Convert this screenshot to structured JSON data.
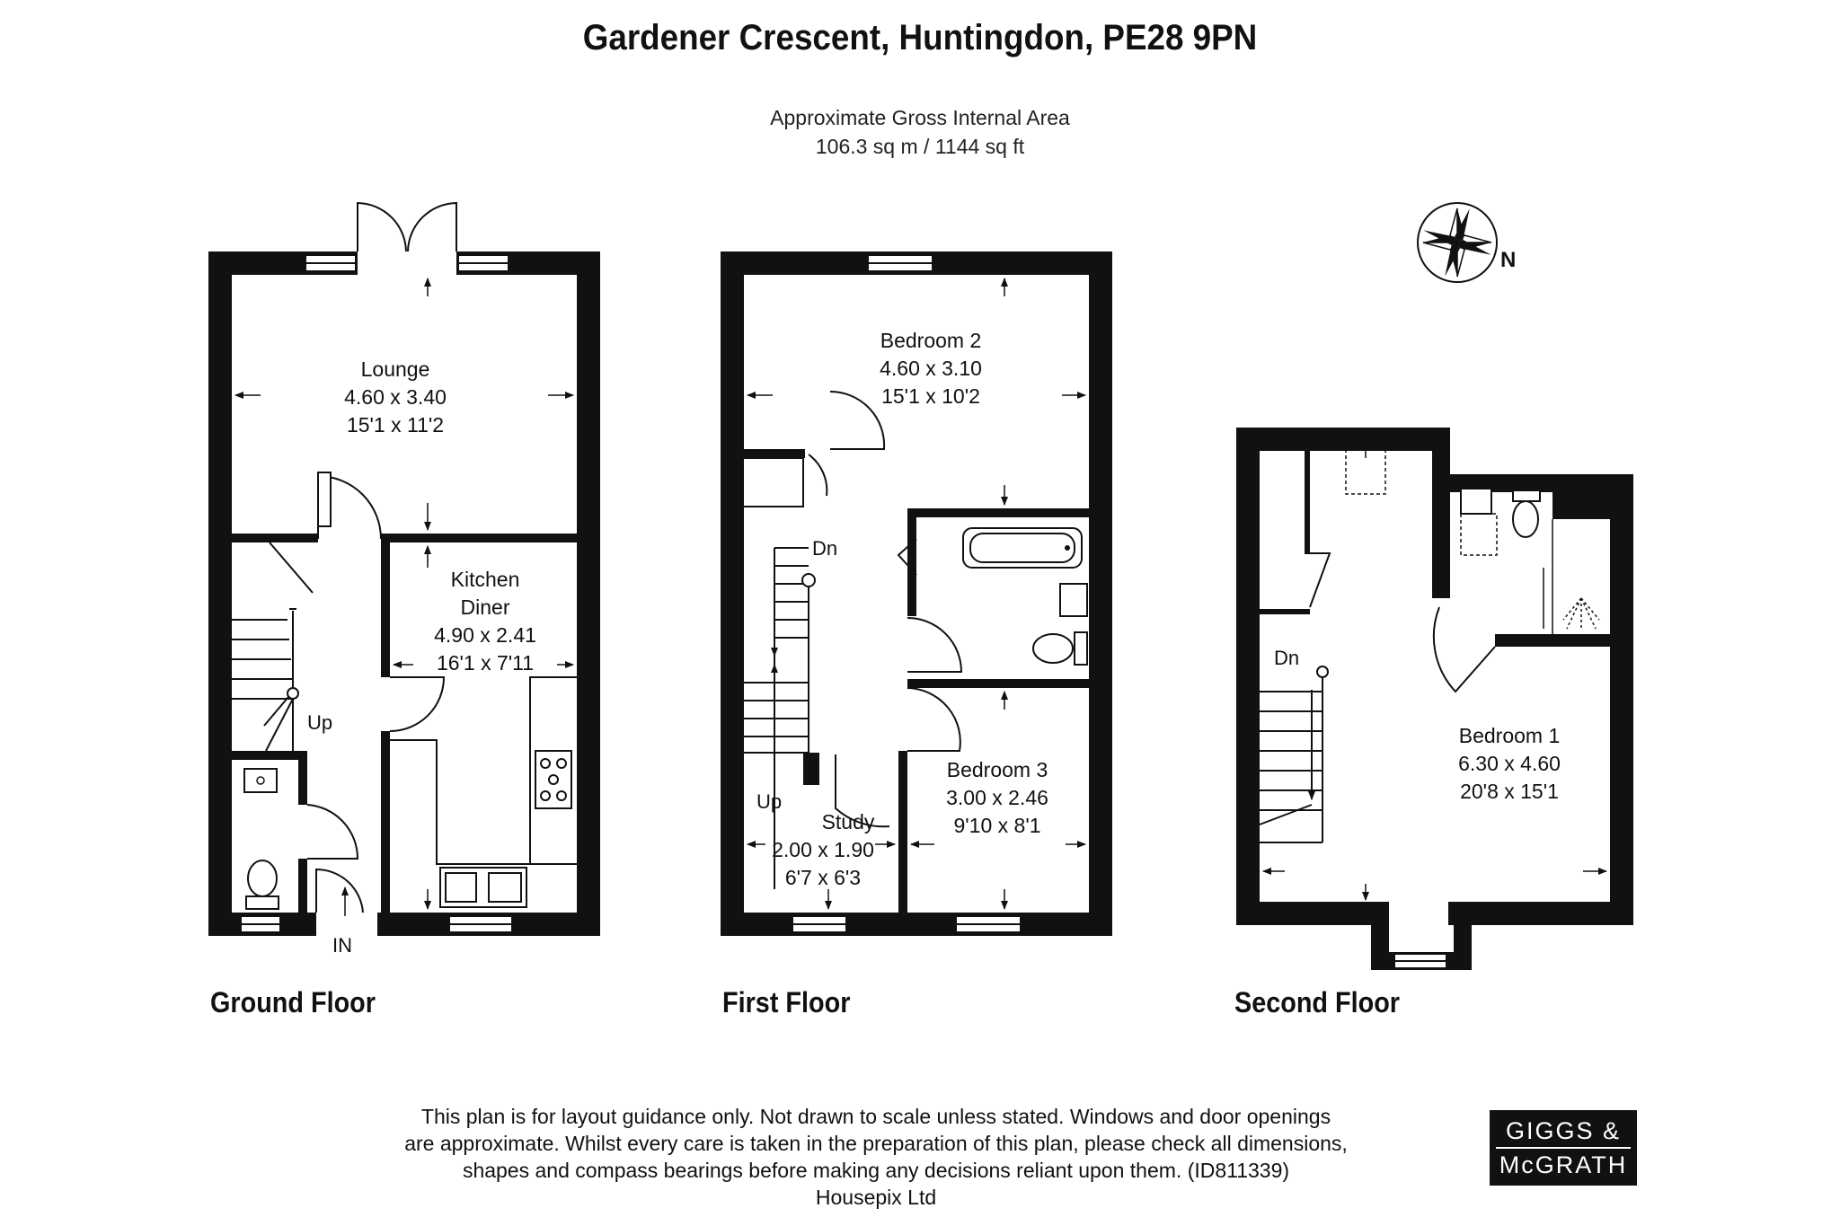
{
  "header": {
    "title": "Gardener Crescent, Huntingdon, PE28 9PN",
    "area_label": "Approximate Gross Internal Area",
    "area_value": "106.3 sq m / 1144 sq ft"
  },
  "compass": {
    "label": "N"
  },
  "floors": {
    "ground": {
      "label": "Ground Floor",
      "lounge": {
        "name": "Lounge",
        "metric": "4.60 x 3.40",
        "imperial": "15'1 x 11'2"
      },
      "kitchen": {
        "name1": "Kitchen",
        "name2": "Diner",
        "metric": "4.90 x 2.41",
        "imperial": "16'1 x 7'11"
      },
      "stairs_label": "Up",
      "entrance_label": "IN"
    },
    "first": {
      "label": "First Floor",
      "bedroom2": {
        "name": "Bedroom 2",
        "metric": "4.60 x 3.10",
        "imperial": "15'1 x 10'2"
      },
      "bedroom3": {
        "name": "Bedroom 3",
        "metric": "3.00 x 2.46",
        "imperial": "9'10 x 8'1"
      },
      "study": {
        "name": "Study",
        "metric": "2.00 x 1.90",
        "imperial": "6'7 x 6'3"
      },
      "stairs_down": "Dn",
      "stairs_up": "Up"
    },
    "second": {
      "label": "Second Floor",
      "bedroom1": {
        "name": "Bedroom 1",
        "metric": "6.30 x 4.60",
        "imperial": "20'8 x 15'1"
      },
      "stairs_down": "Dn"
    }
  },
  "disclaimer": {
    "line1": "This plan is for layout guidance only. Not drawn to scale unless stated. Windows and door openings",
    "line2": "are approximate. Whilst every care is taken in the preparation of this plan, please check all dimensions,",
    "line3": "shapes and compass bearings before making any decisions reliant upon them. (ID811339)",
    "line4": "Housepix Ltd"
  },
  "logo": {
    "line1": "GIGGS &",
    "line2": "McGRATH"
  }
}
